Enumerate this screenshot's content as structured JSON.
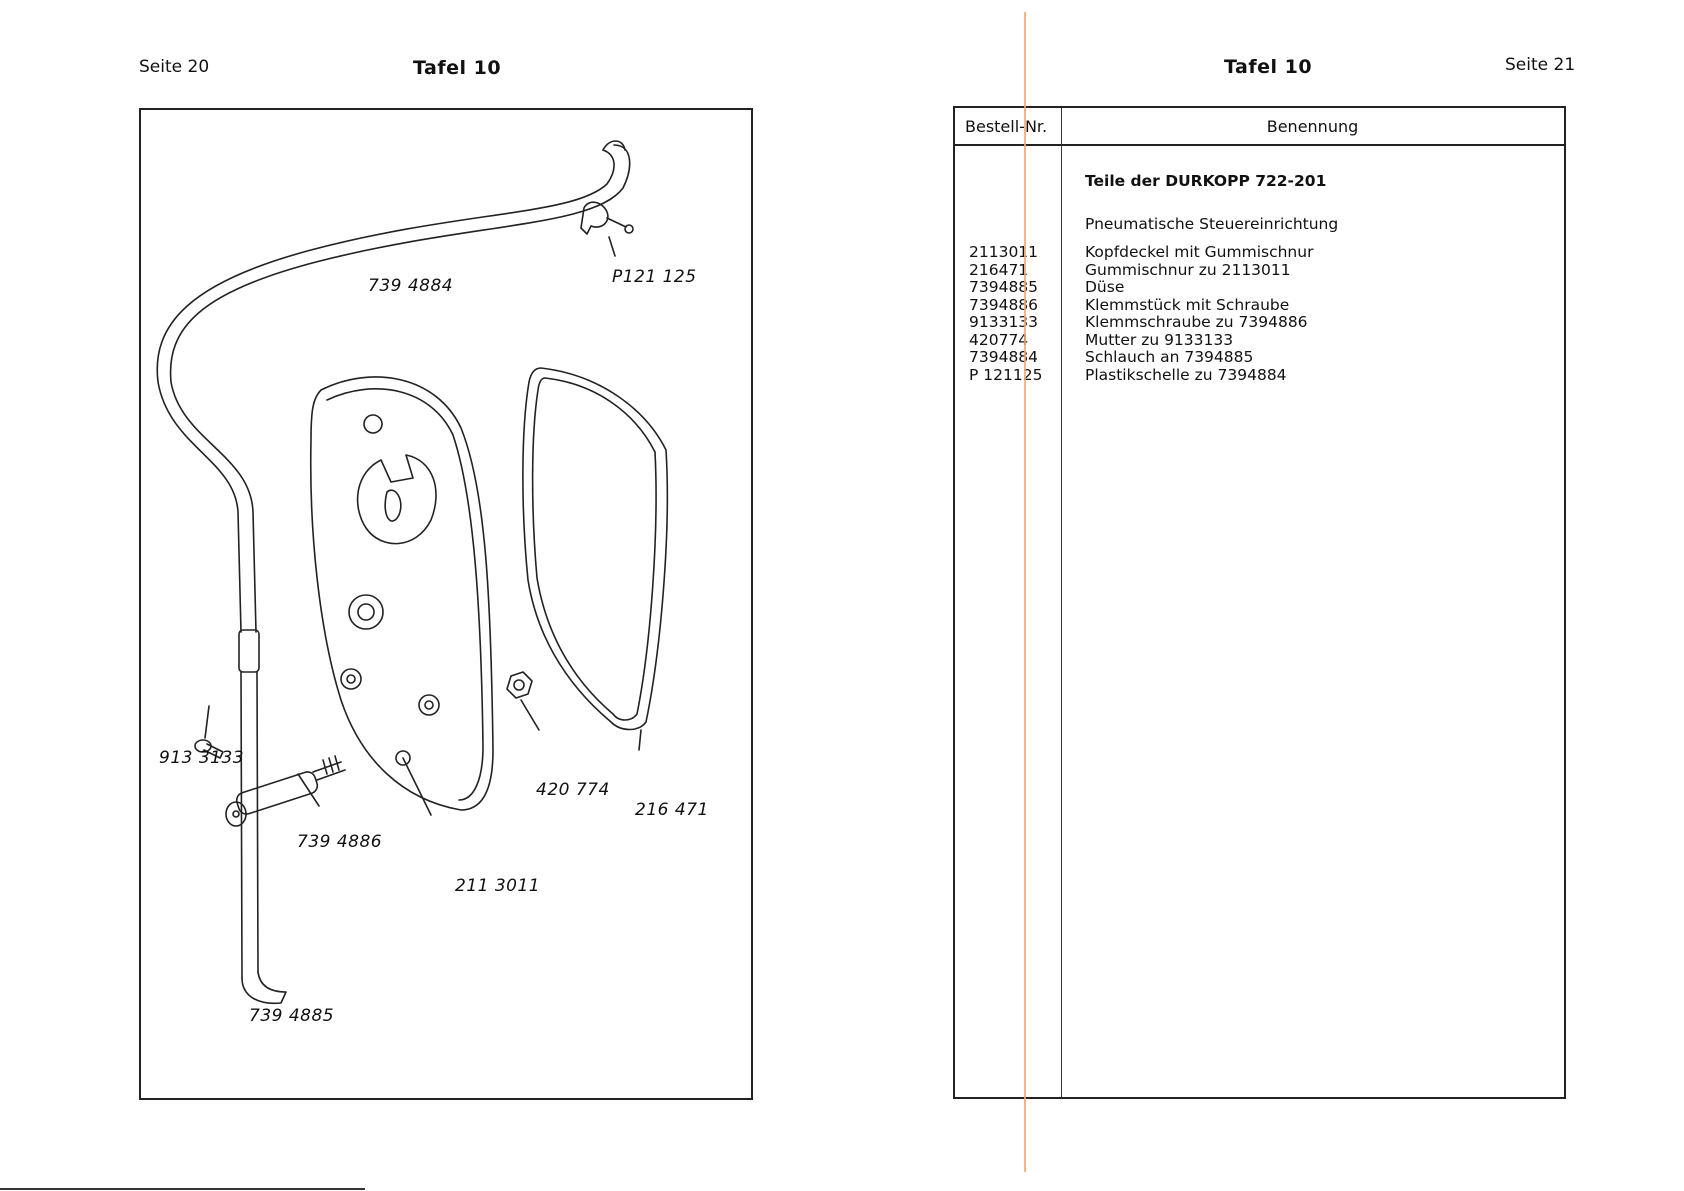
{
  "left_page": {
    "page_label": "Seite 20",
    "plate_title": "Tafel 10",
    "figure": {
      "callouts": [
        "739 4884",
        "P121 125",
        "913 3133",
        "739 4886",
        "211 3011",
        "420 774",
        "216 471",
        "739 4885"
      ]
    }
  },
  "right_page": {
    "page_label": "Seite 21",
    "plate_title": "Tafel 10",
    "table": {
      "headers": {
        "order_no": "Bestell-Nr.",
        "name": "Benennung"
      },
      "section_title": "Teile der DURKOPP 722-201",
      "section_subtitle": "Pneumatische Steuereinrichtung",
      "rows": [
        {
          "nr": "2113011",
          "name": "Kopfdeckel mit Gummischnur"
        },
        {
          "nr": "216471",
          "name": "Gummischnur zu 2113011"
        },
        {
          "nr": "7394885",
          "name": "Düse"
        },
        {
          "nr": "7394886",
          "name": "Klemmstück mit Schraube"
        },
        {
          "nr": "9133133",
          "name": "Klemmschraube zu 7394886"
        },
        {
          "nr": "420774",
          "name": "Mutter zu 9133133"
        },
        {
          "nr": "7394884",
          "name": "Schlauch an 7394885"
        },
        {
          "nr": "P 121125",
          "name": "Plastikschelle zu 7394884"
        }
      ]
    }
  }
}
